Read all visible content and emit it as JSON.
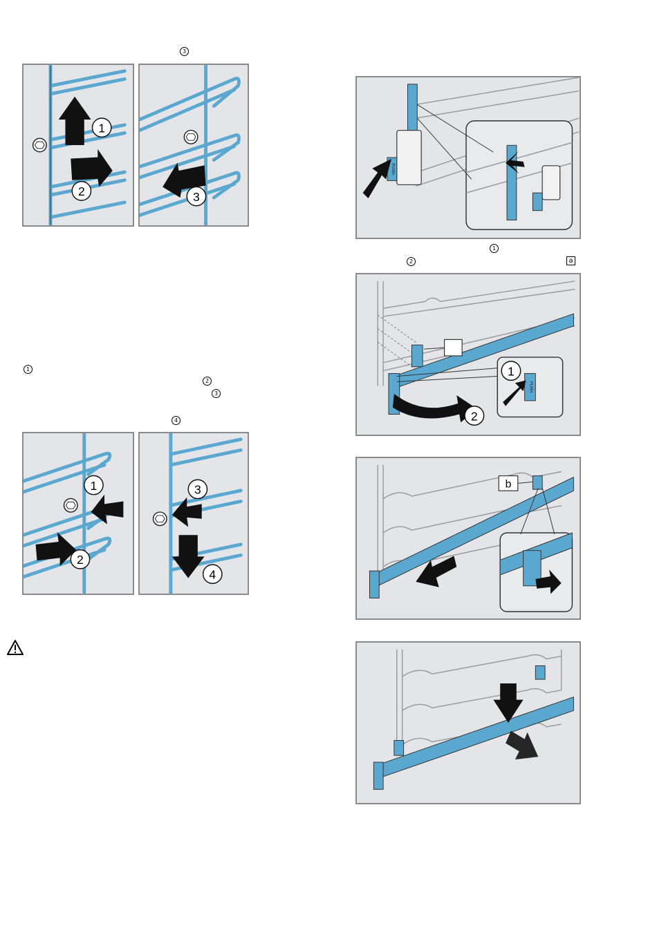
{
  "markers": {
    "m_top3": "3",
    "m_left1": "1",
    "m_left2": "2",
    "m_left3": "3",
    "m_left4": "4",
    "m_right1": "1",
    "m_right2": "2",
    "m_right_a": "a"
  },
  "callouts": {
    "fig1_step1": "1",
    "fig1_step2": "2",
    "fig2_step3": "3",
    "fig3_step1": "1",
    "fig3_step2": "2",
    "fig4_step3": "3",
    "fig4_step4": "4",
    "fig6_step1": "1",
    "fig6_step2": "2",
    "fig7_label_b": "b",
    "push_label": "PUSH"
  },
  "icons": {
    "warning": "warning-triangle-icon"
  },
  "colors": {
    "rail_blue": "#5aa7cf",
    "panel_bg": "#e4e5e8",
    "frame": "#8a8a8a"
  }
}
